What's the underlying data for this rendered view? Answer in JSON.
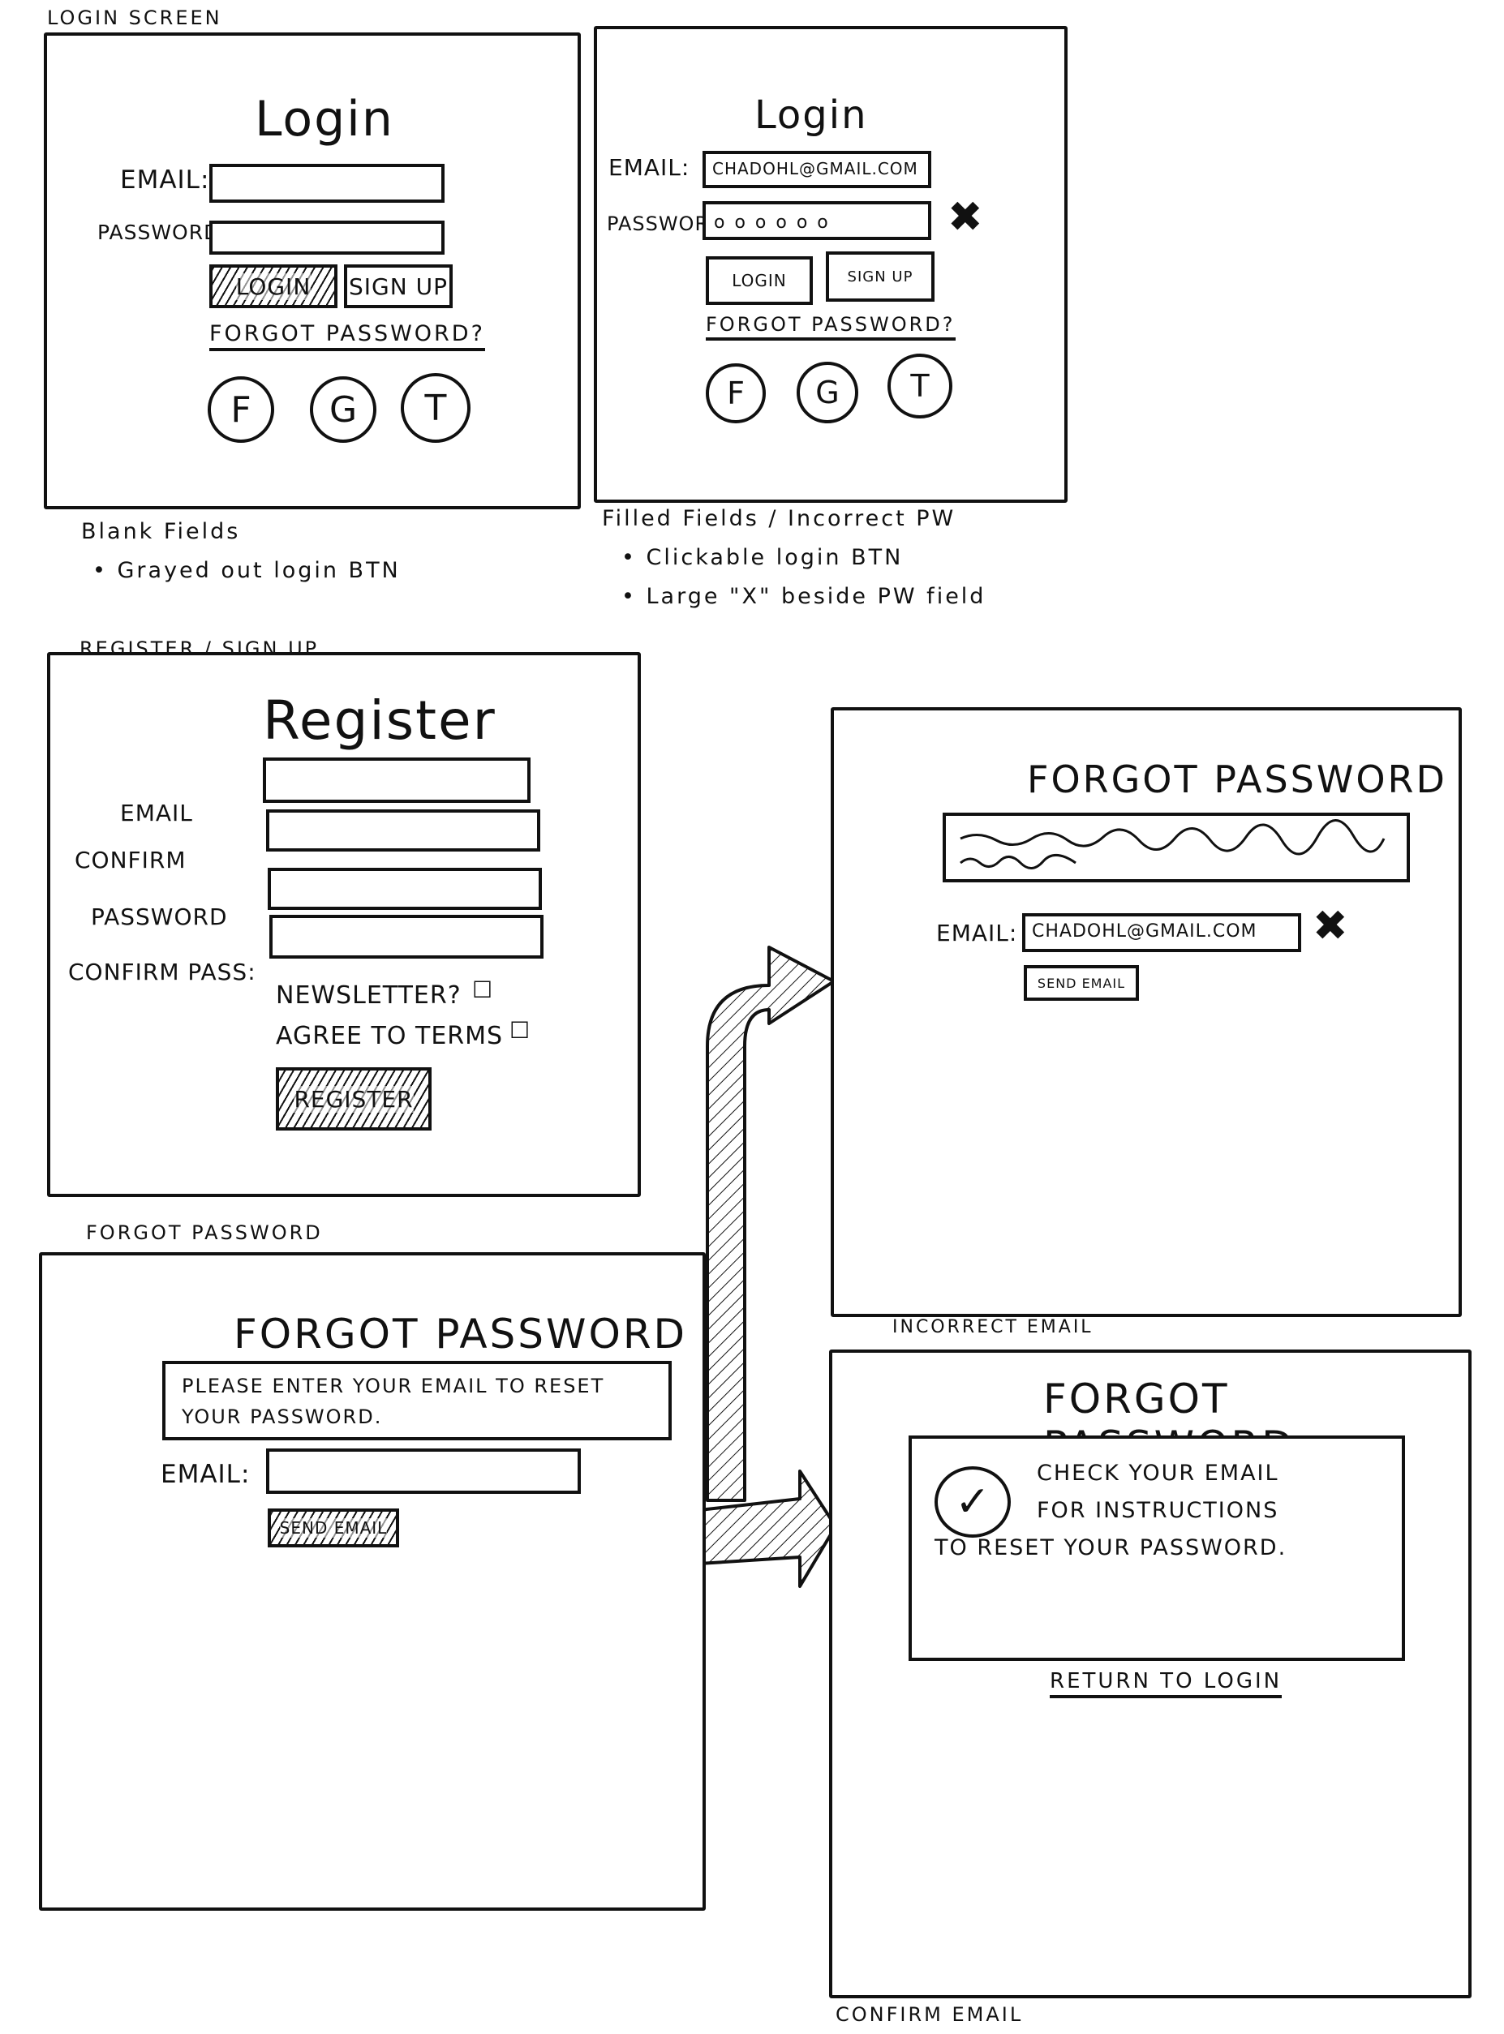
{
  "screens": {
    "login_blank": {
      "caption": "Login Screen",
      "title": "Login",
      "email_label": "EMAIL:",
      "password_label": "PASSWORD:",
      "login_button": "LOGIN",
      "signup_button": "SIGN UP",
      "forgot_link": "FORGOT PASSWORD?",
      "social": [
        "F",
        "G",
        "T"
      ],
      "note_title": "Blank Fields",
      "note_items": [
        "• Grayed out login BTN"
      ]
    },
    "login_filled": {
      "title": "Login",
      "email_label": "EMAIL:",
      "email_value": "CHADOHL@GMAIL.COM",
      "password_label": "PASSWORD",
      "password_value": "oooooo",
      "error_mark": "✖",
      "login_button": "LOGIN",
      "signup_button": "SIGN UP",
      "forgot_link": "FORGOT PASSWORD?",
      "social": [
        "F",
        "G",
        "T"
      ],
      "note_title": "Filled Fields / Incorrect PW",
      "note_items": [
        "• Clickable login BTN",
        "• Large \"X\" beside PW field"
      ]
    },
    "register": {
      "caption": "Register / Sign Up",
      "title": "Register",
      "labels": [
        "EMAIL",
        "CONFIRM",
        "PASSWORD",
        "CONFIRM PASS:"
      ],
      "newsletter_label": "NEWSLETTER?",
      "terms_label": "AGREE TO TERMS",
      "checkbox_glyph": "☐",
      "register_button": "REGISTER"
    },
    "forgot": {
      "caption": "Forgot Password",
      "title": "FORGOT PASSWORD",
      "instructions_line1": "PLEASE ENTER YOUR EMAIL TO RESET",
      "instructions_line2": "YOUR PASSWORD.",
      "email_label": "EMAIL:",
      "send_button": "SEND EMAIL"
    },
    "forgot_incorrect": {
      "caption": "Incorrect Email",
      "title": "FORGOT PASSWORD",
      "email_label": "EMAIL:",
      "email_value": "CHADOHL@GMAIL.COM",
      "error_mark": "✖",
      "send_button": "SEND EMAIL"
    },
    "confirm": {
      "caption": "Confirm Email",
      "title": "FORGOT PASSWORD",
      "check_glyph": "✓",
      "message_line1": "CHECK YOUR EMAIL",
      "message_line2": "FOR INSTRUCTIONS",
      "message_line3": "TO RESET YOUR PASSWORD.",
      "return_link": "RETURN TO LOGIN"
    }
  }
}
